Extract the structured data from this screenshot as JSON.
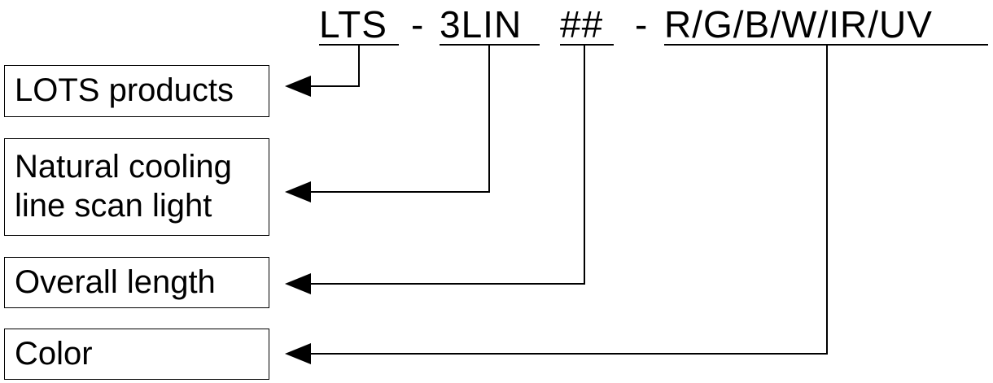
{
  "code": {
    "prefix": "LTS",
    "sep1": "-",
    "series": "3LIN",
    "length_code": "##",
    "sep2": "-",
    "colors": "R/G/B/W/IR/UV"
  },
  "labels": {
    "lots_products": "LOTS products",
    "cooling_line1": "Natural cooling",
    "cooling_line2": "line scan light",
    "overall_length": "Overall length",
    "color": "Color"
  }
}
